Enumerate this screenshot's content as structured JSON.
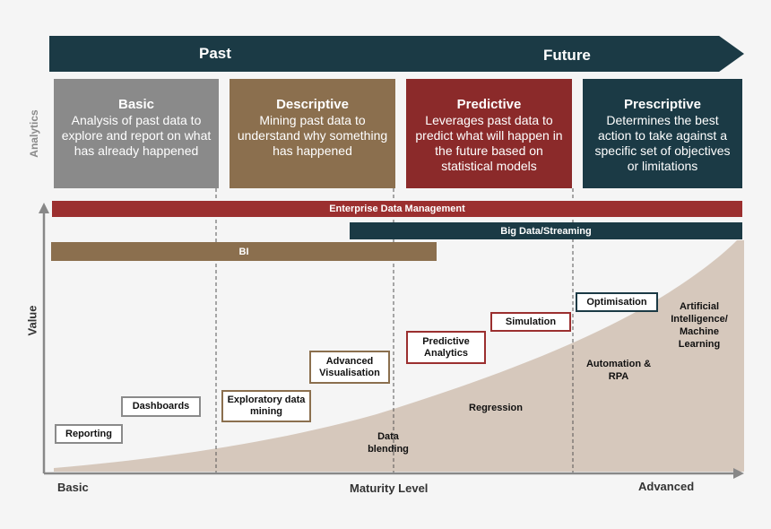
{
  "banner": {
    "past": "Past",
    "future": "Future"
  },
  "side_labels": {
    "analytics": "Analytics",
    "value": "Value"
  },
  "stages": [
    {
      "title": "Basic",
      "text": "Analysis of past data to explore and report on what has already happened",
      "color": "#8a8a8a"
    },
    {
      "title": "Descriptive",
      "text": "Mining past data to understand why something has happened",
      "color": "#8b6f4e"
    },
    {
      "title": "Predictive",
      "text": "Leverages past data to predict what will happen in the future based on statistical models",
      "color": "#8b2a2a"
    },
    {
      "title": "Prescriptive",
      "text": "Determines the best action to take against a specific set of objectives or limitations",
      "color": "#1b3a45"
    }
  ],
  "bars": {
    "edm": {
      "label": "Enterprise Data Management",
      "color": "#9b2f2f"
    },
    "bigdata": {
      "label": "Big Data/Streaming",
      "color": "#1b3a45"
    },
    "bi": {
      "label": "BI",
      "color": "#8b6f4e"
    }
  },
  "boxes": {
    "reporting": {
      "label": "Reporting",
      "border": "#8a8a8a"
    },
    "dashboards": {
      "label": "Dashboards",
      "border": "#8a8a8a"
    },
    "exploratory": {
      "label": "Exploratory data mining",
      "border": "#8b6f4e"
    },
    "visualisation": {
      "label": "Advanced Visualisation",
      "border": "#8b6f4e"
    },
    "predictive": {
      "label": "Predictive Analytics",
      "border": "#9b2f2f"
    },
    "simulation": {
      "label": "Simulation",
      "border": "#9b2f2f"
    },
    "optimisation": {
      "label": "Optimisation",
      "border": "#1b3a45"
    }
  },
  "area_labels": {
    "data_blending": "Data blending",
    "regression": "Regression",
    "automation": "Automation & RPA",
    "ai": "Artificial Intelligence/ Machine Learning"
  },
  "axis": {
    "basic": "Basic",
    "maturity": "Maturity Level",
    "advanced": "Advanced"
  },
  "colors": {
    "area_fill": "#d6c8bc",
    "axis": "#888888"
  }
}
